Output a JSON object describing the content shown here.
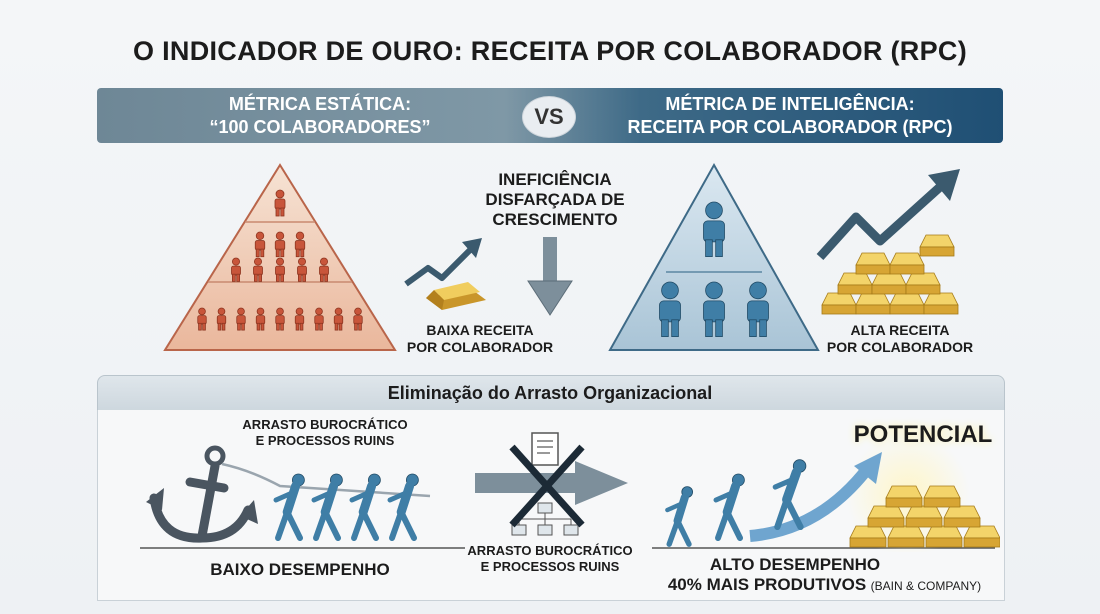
{
  "title": "O INDICADOR DE OURO: RECEITA POR COLABORADOR (RPC)",
  "banner": {
    "left_line1": "MÉTRICA ESTÁTICA:",
    "left_line2": "“100 COLABORADORES”",
    "vs": "VS",
    "right_line1": "MÉTRICA DE INTELIGÊNCIA:",
    "right_line2": "RECEITA POR COLABORADOR (RPC)"
  },
  "top": {
    "inefficiency_line1": "INEFICIÊNCIA",
    "inefficiency_line2": "DISFARÇADA DE",
    "inefficiency_line3": "CRESCIMENTO",
    "low_line1": "BAIXA RECEITA",
    "low_line2": "POR COLABORADOR",
    "high_line1": "ALTA RECEITA",
    "high_line2": "POR COLABORADOR"
  },
  "section": {
    "title": "Eliminação do Arrasto Organizacional",
    "drag_top_line1": "ARRASTO BUROCRÁTICO",
    "drag_top_line2": "E PROCESSOS RUINS",
    "drag_mid_line1": "ARRASTO BUROCRÁTICO",
    "drag_mid_line2": "E PROCESSOS RUINS",
    "low_perf": "BAIXO DESEMPENHO",
    "potential": "POTENCIAL",
    "high_perf": "ALTO DESEMPENHO",
    "productive": "40% MAIS PRODUTIVOS",
    "source": "(BAIN & COMPANY)"
  },
  "colors": {
    "accent_dark": "#1f4f74",
    "orange": "#c8553a",
    "blue_person": "#3f7ea6",
    "gold": "#e0b23a"
  }
}
